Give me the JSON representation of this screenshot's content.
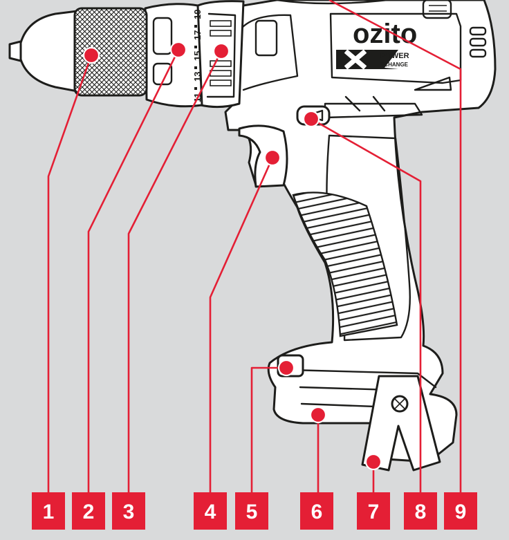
{
  "brand": {
    "logo": "ozito",
    "sub_line1": "POWER",
    "sub_line2": "XCHANGE"
  },
  "torque_scale": [
    "11",
    "13",
    "15",
    "17",
    "19"
  ],
  "callouts": [
    "1",
    "2",
    "3",
    "4",
    "5",
    "6",
    "7",
    "8",
    "9"
  ],
  "colors": {
    "accent": "#e41f35",
    "background": "#d9dadb",
    "line": "#1d1d1b",
    "body": "#ffffff"
  },
  "icons": {
    "marker": "red-dot-marker",
    "screw": "phillips-screw-icon"
  }
}
